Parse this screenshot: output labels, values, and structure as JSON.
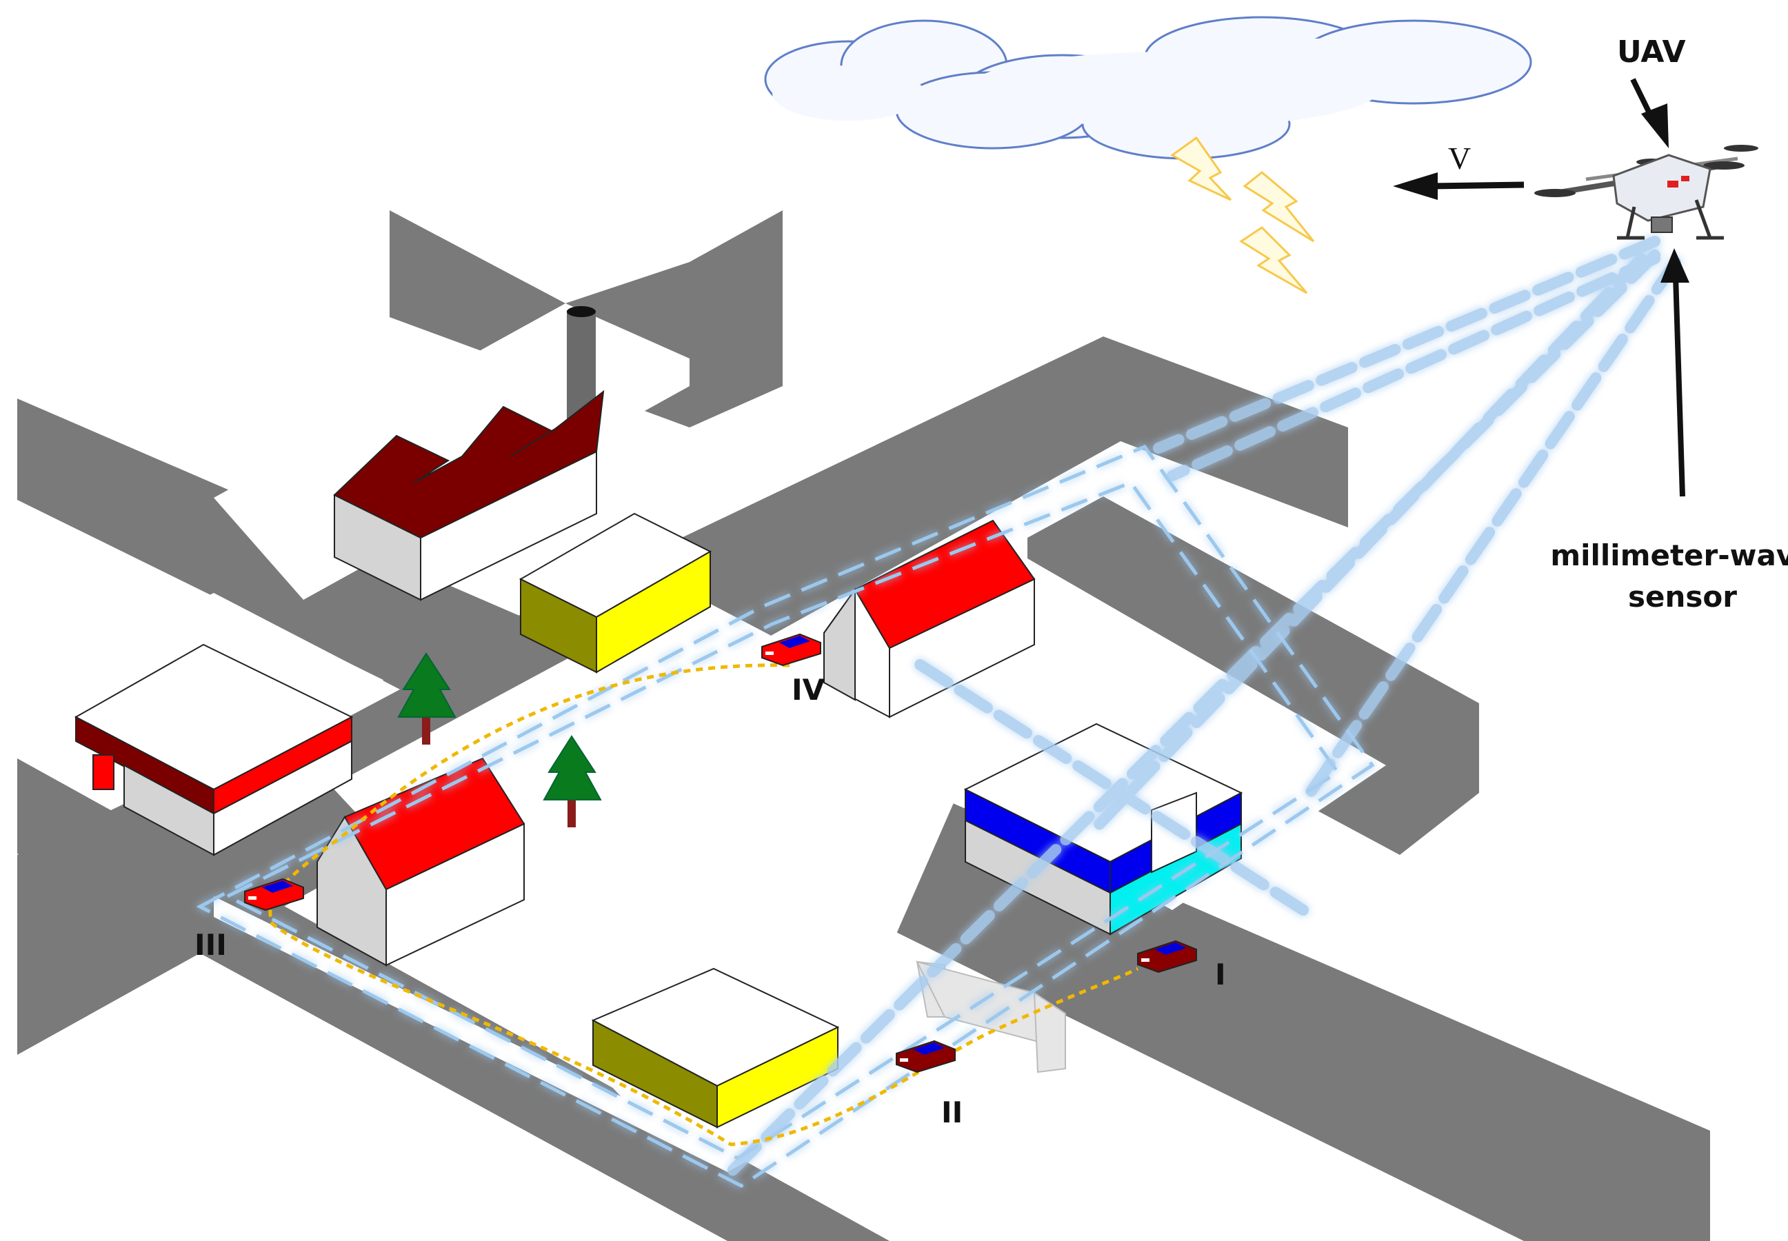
{
  "labels": {
    "uav": "UAV",
    "sensor_line1": "millimeter-wave",
    "sensor_line2": "sensor",
    "velocity": "V",
    "point_1": "I",
    "point_2": "II",
    "point_3": "III",
    "point_4": "IV"
  },
  "colors": {
    "road": "#7a7a7a",
    "roof_dark_red": "#7a0000",
    "roof_red": "#ff0000",
    "wall_white": "#ffffff",
    "wall_grey": "#d4d4d4",
    "box_yellow": "#ffff00",
    "box_olive": "#8c8c00",
    "band_blue": "#0000ee",
    "band_cyan": "#00f0f0",
    "tree_green": "#0a7a1e",
    "trunk": "#8a1c1c",
    "beam": "#9cc8ee",
    "path_yellow": "#f0b800",
    "bolt": "#f7c84a",
    "cloud_edge": "#5f7fc8"
  }
}
